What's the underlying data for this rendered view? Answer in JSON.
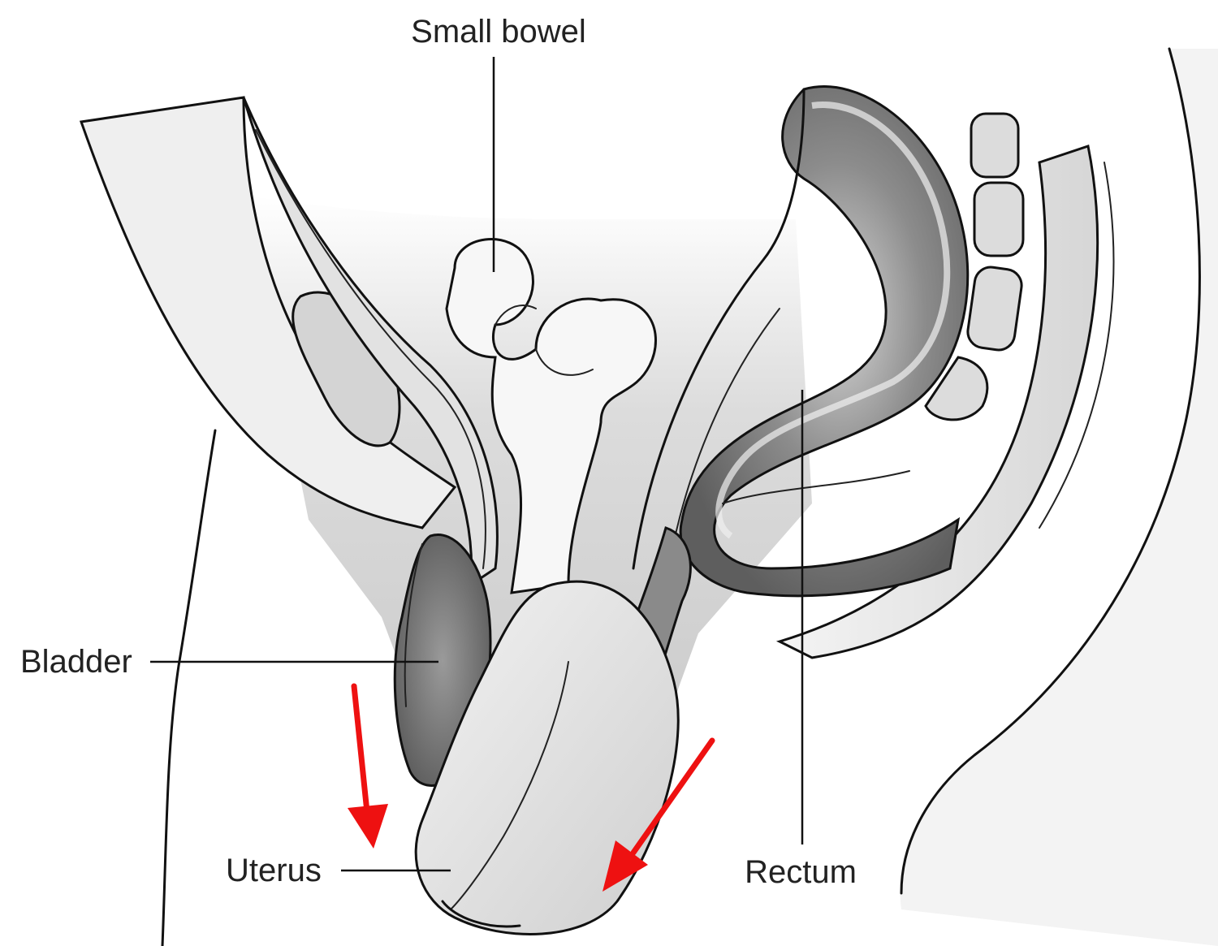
{
  "labels": {
    "small_bowel": "Small bowel",
    "bladder": "Bladder",
    "uterus": "Uterus",
    "rectum": "Rectum"
  },
  "colors": {
    "arrow": "#ee1111",
    "line": "#111111",
    "tissue_light": "#e6e6e6",
    "tissue_mid": "#b4b4b4",
    "tissue_dark": "#6f6f6f",
    "background": "#ffffff"
  },
  "icons": {
    "arrow_left": "down-arrow-icon",
    "arrow_right": "down-left-arrow-icon"
  }
}
